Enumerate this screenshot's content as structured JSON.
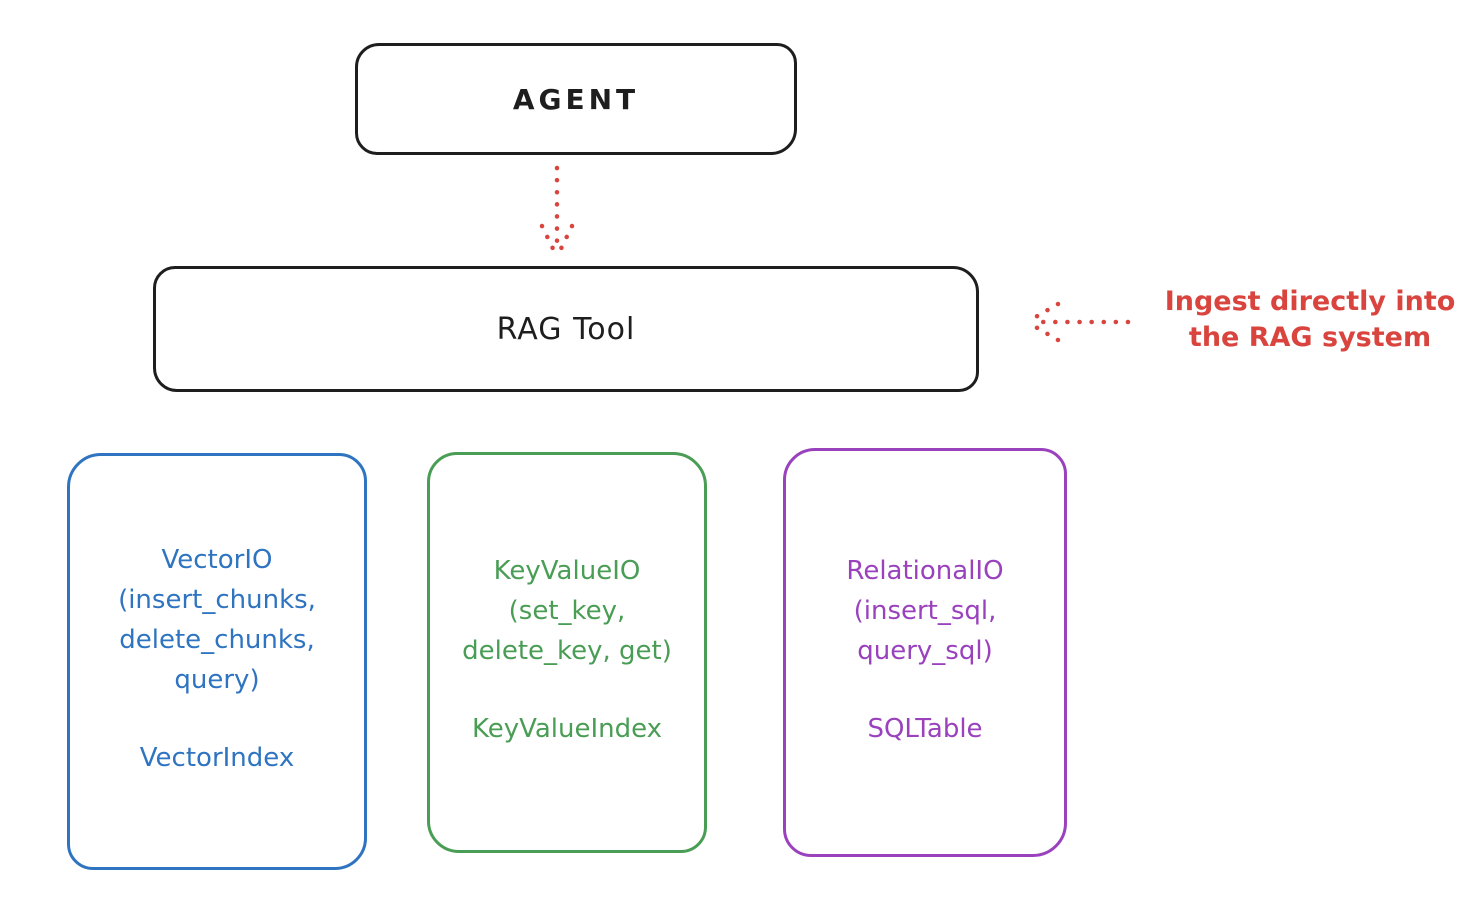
{
  "colors": {
    "ink": "#1e1e1e",
    "red": "#d9453e",
    "blue": "#2f74c0",
    "green": "#4a9d55",
    "purple": "#9a42bd",
    "bg": "#ffffff"
  },
  "agent": {
    "label": "AGENT"
  },
  "rag_tool": {
    "label": "RAG Tool"
  },
  "annotation": {
    "line1": "Ingest directly into",
    "line2": "the RAG system"
  },
  "boxes": {
    "vector": {
      "lines": [
        "VectorIO",
        "(insert_chunks,",
        "delete_chunks,",
        "query)"
      ],
      "index": "VectorIndex"
    },
    "keyvalue": {
      "lines": [
        "KeyValueIO",
        "(set_key,",
        "delete_key, get)"
      ],
      "index": "KeyValueIndex"
    },
    "relational": {
      "lines": [
        "RelationalIO",
        "(insert_sql,",
        "query_sql)"
      ],
      "index": "SQLTable"
    }
  }
}
